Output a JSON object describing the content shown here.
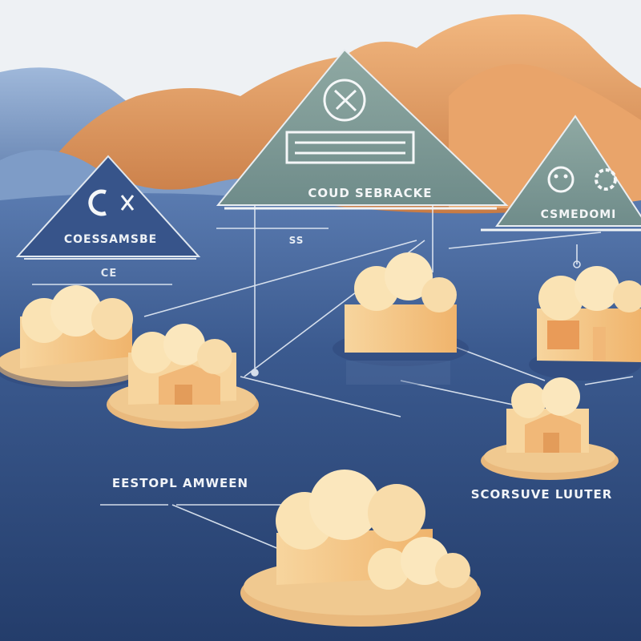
{
  "nodes": {
    "central": {
      "label": "COUD SEBRACKE"
    },
    "left": {
      "label": "COESSAMSBE",
      "sublabel": "CE"
    },
    "right": {
      "label": "CSMEDOMI"
    },
    "small_tag": "SS"
  },
  "annotations": {
    "left": "EESTOPL AMWEEN",
    "right": "SCORSUVE LUUTER"
  },
  "colors": {
    "sky": "#eef1f4",
    "water": "#2f4a7a",
    "mountain_orange": "#e3955a",
    "mountain_blue": "#6f8fbd",
    "panel": "#7f9c96",
    "cloud": "#fae3b4",
    "platform": "#e9b97d"
  }
}
